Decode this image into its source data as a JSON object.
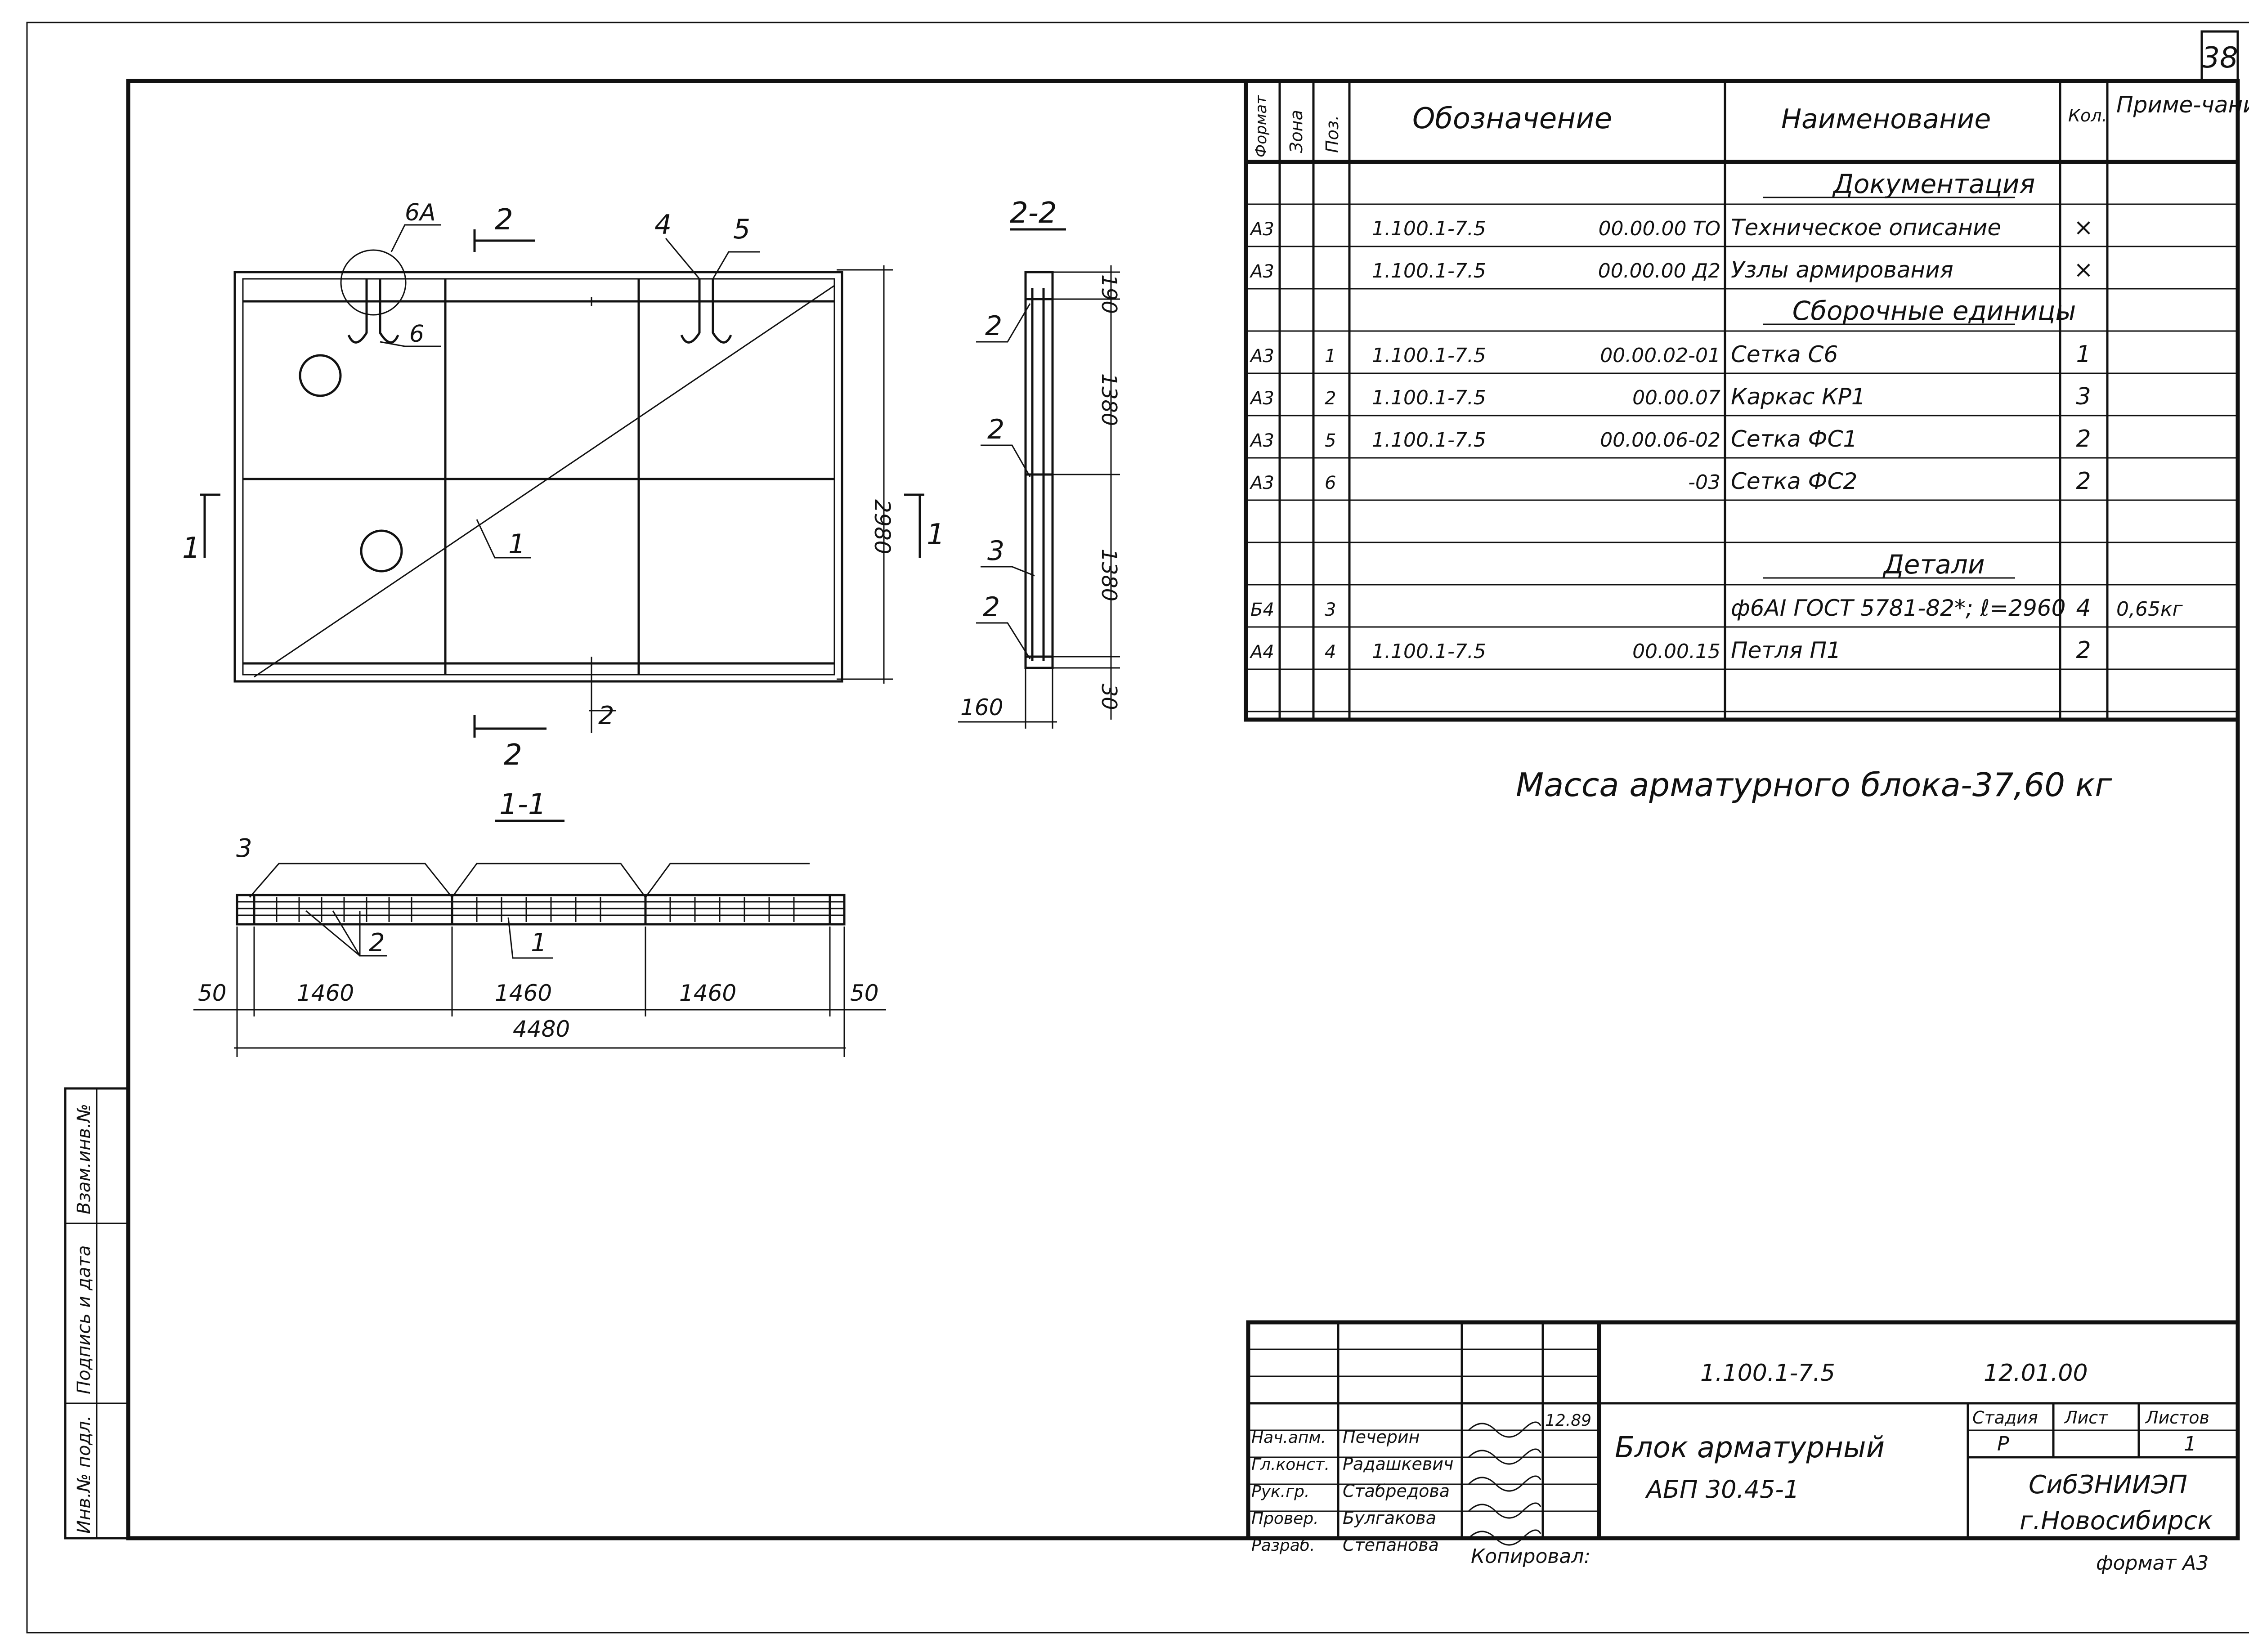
{
  "sheet": {
    "number": "38",
    "format_note": "формат А3",
    "copied_by": "Копировал:"
  },
  "plan_view": {
    "labels": {
      "node": "6А",
      "pos4": "4",
      "pos5": "5",
      "pos6": "6",
      "pos1": "1",
      "height_dim": "2980",
      "cut_2": "2",
      "cut_1": "1"
    }
  },
  "section_2_2": {
    "title": "2-2",
    "dims": [
      "190",
      "1380",
      "1380",
      "30"
    ],
    "width_dim": "160",
    "labels": [
      "2",
      "2",
      "3",
      "2"
    ]
  },
  "section_1_1": {
    "title": "1-1",
    "labels": {
      "pos3": "3",
      "pos2": "2",
      "pos1": "1"
    },
    "dims": [
      "50",
      "1460",
      "1460",
      "1460",
      "50"
    ],
    "total": "4480"
  },
  "spec_table": {
    "headers": [
      "Формат",
      "Зона",
      "Поз.",
      "Обозначение",
      "Наименование",
      "Кол.",
      "Приме-чание"
    ],
    "rows": [
      {
        "section": "Документация"
      },
      {
        "format": "А3",
        "pos": "",
        "code": "1.100.1-7.5",
        "suffix": "00.00.00 ТО",
        "name": "Техническое описание",
        "qty": "×",
        "note": ""
      },
      {
        "format": "А3",
        "pos": "",
        "code": "1.100.1-7.5",
        "suffix": "00.00.00 Д2",
        "name": "Узлы армирования",
        "qty": "×",
        "note": ""
      },
      {
        "section": "Сборочные единицы"
      },
      {
        "format": "А3",
        "pos": "1",
        "code": "1.100.1-7.5",
        "suffix": "00.00.02-01",
        "name": "Сетка С6",
        "qty": "1",
        "note": ""
      },
      {
        "format": "А3",
        "pos": "2",
        "code": "1.100.1-7.5",
        "suffix": "00.00.07",
        "name": "Каркас КР1",
        "qty": "3",
        "note": ""
      },
      {
        "format": "А3",
        "pos": "5",
        "code": "1.100.1-7.5",
        "suffix": "00.00.06-02",
        "name": "Сетка ФС1",
        "qty": "2",
        "note": ""
      },
      {
        "format": "А3",
        "pos": "6",
        "code": "",
        "suffix": "-03",
        "name": "Сетка ФС2",
        "qty": "2",
        "note": ""
      },
      {
        "blank": true
      },
      {
        "section": "Детали"
      },
      {
        "format": "Б4",
        "pos": "3",
        "code": "",
        "suffix": "",
        "name": "ф6АI ГОСТ 5781-82*; ℓ=2960",
        "qty": "4",
        "note": "0,65кг"
      },
      {
        "format": "А4",
        "pos": "4",
        "code": "1.100.1-7.5",
        "suffix": "00.00.15",
        "name": "Петля П1",
        "qty": "2",
        "note": ""
      },
      {
        "blank": true
      }
    ]
  },
  "mass_note": "Масса арматурного блока-37,60 кг",
  "title_block": {
    "doc_code": "1.100.1-7.5",
    "doc_suffix": "12.01.00",
    "title_line1": "Блок арматурный",
    "title_line2": "АБП 30.45-1",
    "stage_label": "Стадия",
    "sheet_label": "Лист",
    "sheets_label": "Листов",
    "stage": "Р",
    "sheet": "",
    "sheets": "1",
    "org_line1": "СибЗНИИЭП",
    "org_line2": "г.Новосибирск",
    "date": "12.89",
    "signers": [
      {
        "role": "Нач.апм.",
        "name": "Печерин"
      },
      {
        "role": "Гл.конст.",
        "name": "Радашкевич"
      },
      {
        "role": "Рук.гр.",
        "name": "Стабредова"
      },
      {
        "role": "Провер.",
        "name": "Булгакова"
      },
      {
        "role": "Разраб.",
        "name": "Степанова"
      }
    ]
  },
  "side_stamp": [
    "Инв.№ подл.",
    "Подпись и дата",
    "Взам.инв.№"
  ]
}
